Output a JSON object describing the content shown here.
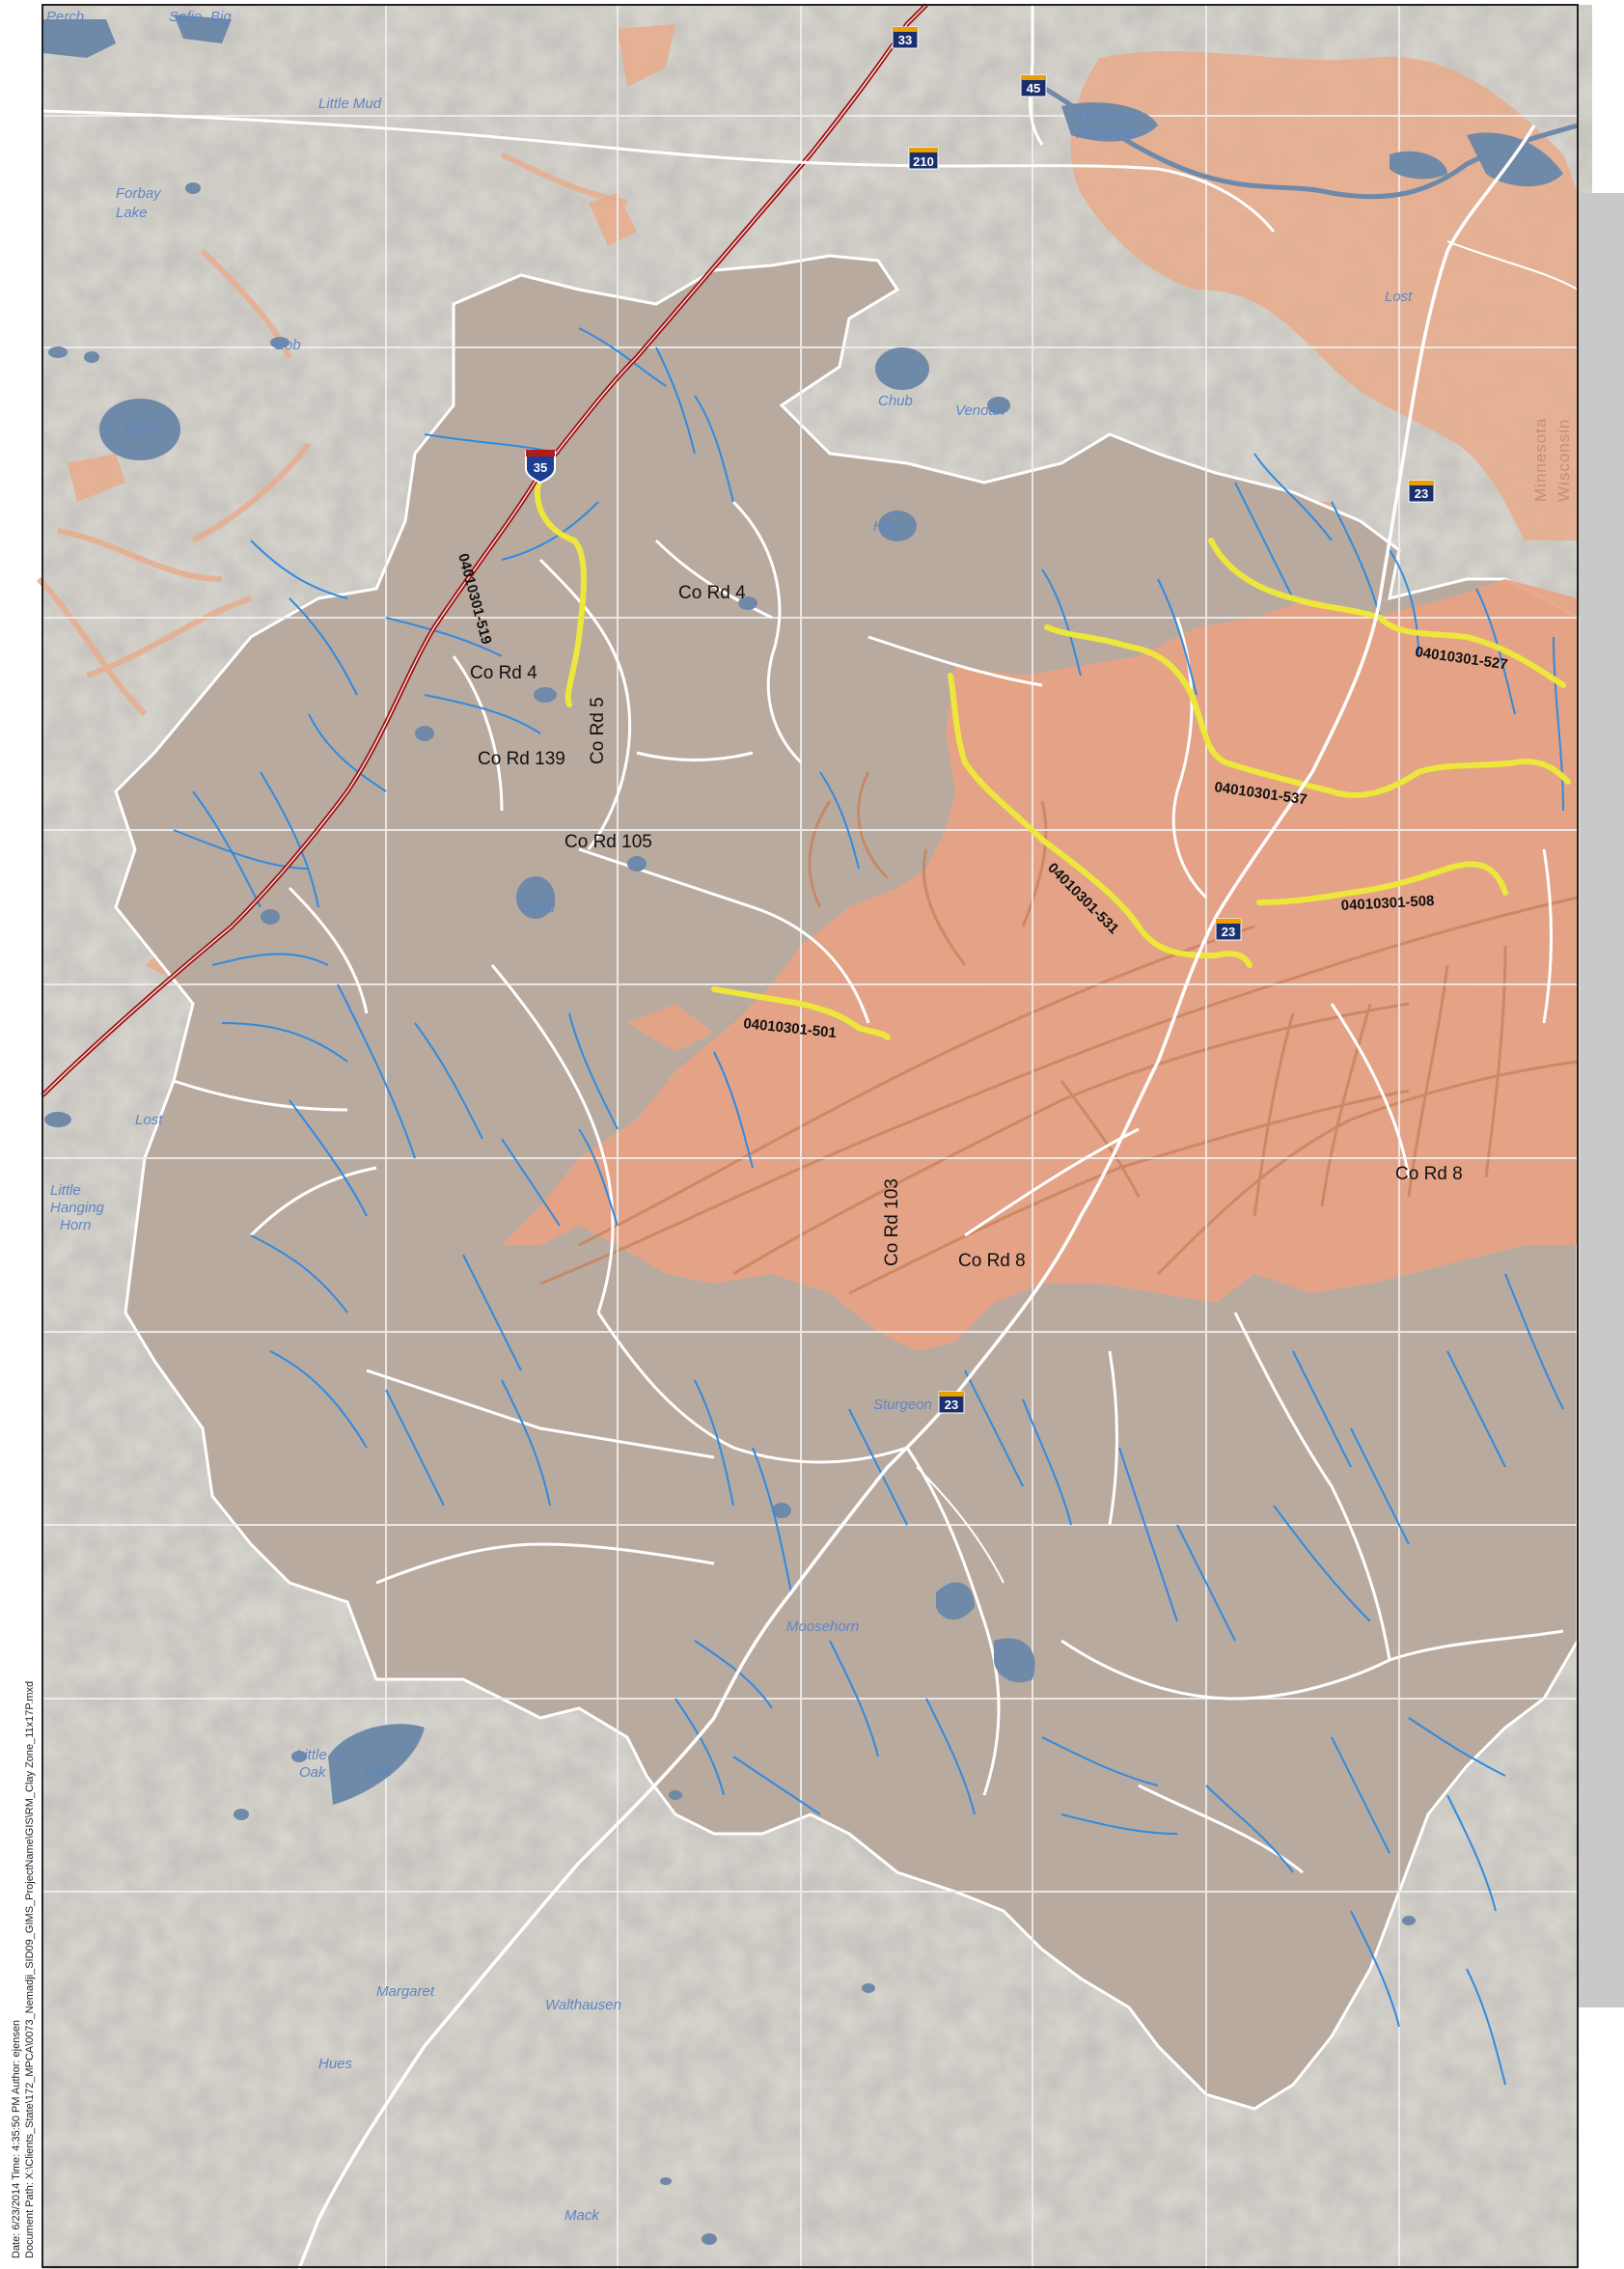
{
  "road_labels": {
    "co_rd_4_north": "Co Rd 4",
    "co_rd_4_west": "Co Rd 4",
    "co_rd_5": "Co Rd 5",
    "co_rd_139": "Co Rd 139",
    "co_rd_105": "Co Rd 105",
    "co_rd_103": "Co Rd 103",
    "co_rd_8_center": "Co Rd 8",
    "co_rd_8_east": "Co Rd 8"
  },
  "stream_reaches": {
    "r519": "04010301-519",
    "r527": "04010301-527",
    "r537": "04010301-537",
    "r508": "04010301-508",
    "r531": "04010301-531",
    "r501": "04010301-501"
  },
  "shields": {
    "i35": "35",
    "us33": "33",
    "us45": "45",
    "us210": "210",
    "us23_ne": "23",
    "us23_mid": "23",
    "us23_south": "23"
  },
  "lakes": {
    "perch": "Perch",
    "sofie": "Sofie",
    "big": "Big",
    "little_mud": "Little Mud",
    "forbay": "Forbay",
    "forbay_2": "Lake",
    "bob": "Bob",
    "park": "Park",
    "thomson": "Thomson",
    "thomson_2": "Reservoir",
    "chub": "Chub",
    "venoah": "Venoah",
    "hay": "Hay",
    "sand": "Sand",
    "little": "Little",
    "little_2": "Hanging",
    "little_3": "Horn",
    "lost_west": "Lost",
    "lost_east": "Lost",
    "sturgeon": "Sturgeon",
    "oak": "Oak",
    "little_oak": "Little",
    "little_oak_2": "Oak",
    "margaret": "Margaret",
    "walthausen": "Walthausen",
    "hues": "Hues",
    "mack": "Mack",
    "moosehorn": "Moosehorn"
  },
  "states": {
    "mn": "Minnesota",
    "wi": "Wisconsin"
  },
  "credits": {
    "line1": "Date: 6/23/2014   Time: 4:35:50 PM   Author: ejensen",
    "line2": "Document Path: X:\\Clients_State\\172_MPCA\\0073_Nemadji_SID09_GIMS_ProjectName\\GIS\\RM_Clay Zone_11x17P.mxd"
  },
  "colors": {
    "background": "#dcd9d3",
    "watershed": "#b9aaa0",
    "clay_zone": "#e6a683",
    "stream": "#2f8be0",
    "impaired_reach": "#ece73a",
    "interstate": "#a01818",
    "water": "#6f89a8"
  }
}
